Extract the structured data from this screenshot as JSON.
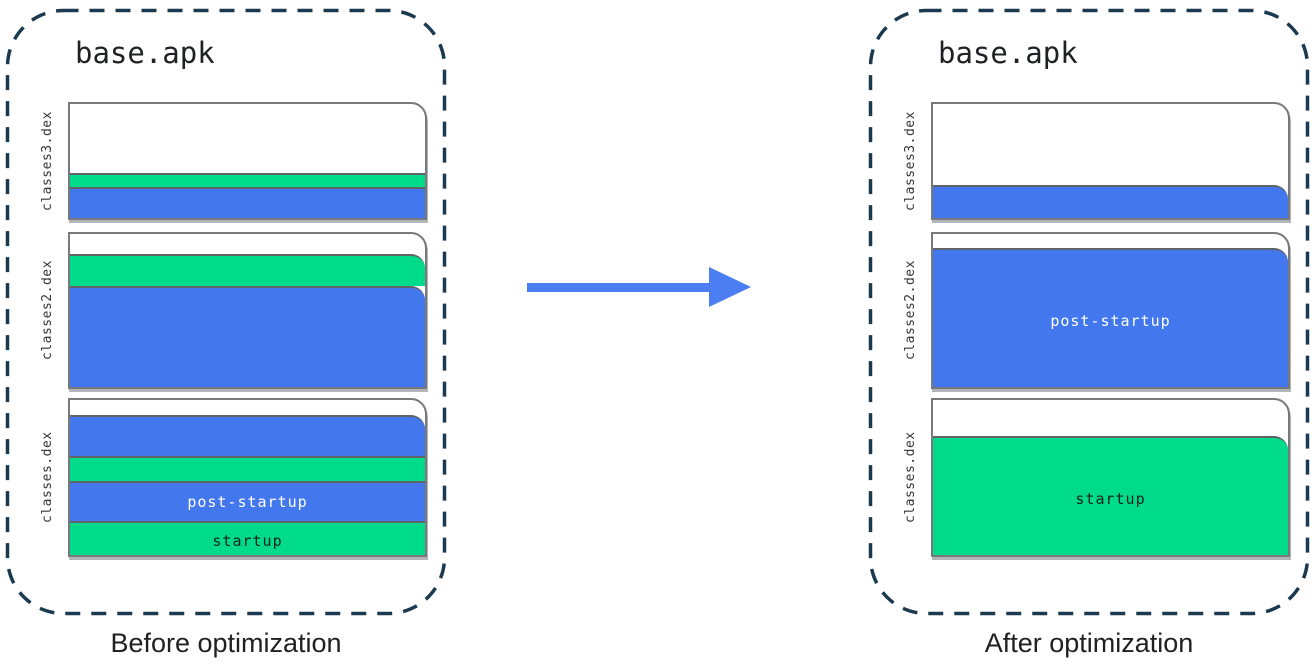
{
  "colors": {
    "blue": "#4377ee",
    "green": "#00db8b",
    "page_border": "#77797d",
    "segment_border": "#5f6468",
    "dash_border": "#1b3a50",
    "arrow": "#4b7ef2"
  },
  "arrow_icon": "right-arrow",
  "panels": [
    {
      "id": "before",
      "title": "base.apk",
      "caption": "Before optimization",
      "files": [
        {
          "name": "classes3.dex",
          "gap_above": 0,
          "height": 118,
          "segments": [
            {
              "kind": "white",
              "h": 69
            },
            {
              "kind": "green",
              "h": 14
            },
            {
              "kind": "blue",
              "h": 35
            }
          ]
        },
        {
          "name": "classes2.dex",
          "gap_above": 12,
          "height": 157,
          "segments": [
            {
              "kind": "white",
              "h": 20
            },
            {
              "kind": "green",
              "h": 32,
              "rounded": true
            },
            {
              "kind": "blue",
              "h": 105,
              "rounded": true
            }
          ]
        },
        {
          "name": "classes.dex",
          "gap_above": 9,
          "height": 159,
          "segments": [
            {
              "kind": "white",
              "h": 15
            },
            {
              "kind": "blue",
              "h": 41,
              "rounded": true
            },
            {
              "kind": "green",
              "h": 25
            },
            {
              "kind": "blue",
              "h": 40,
              "label": "post-startup"
            },
            {
              "kind": "green",
              "h": 38,
              "label": "startup"
            }
          ]
        }
      ]
    },
    {
      "id": "after",
      "title": "base.apk",
      "caption": "After optimization",
      "files": [
        {
          "name": "classes3.dex",
          "gap_above": 0,
          "height": 118,
          "segments": [
            {
              "kind": "white",
              "h": 81
            },
            {
              "kind": "blue",
              "h": 37,
              "rounded": true
            }
          ]
        },
        {
          "name": "classes2.dex",
          "gap_above": 12,
          "height": 157,
          "segments": [
            {
              "kind": "white",
              "h": 14
            },
            {
              "kind": "blue",
              "h": 143,
              "label": "post-startup",
              "rounded": true
            }
          ]
        },
        {
          "name": "classes.dex",
          "gap_above": 9,
          "height": 159,
          "segments": [
            {
              "kind": "white",
              "h": 36
            },
            {
              "kind": "green",
              "h": 123,
              "label": "startup",
              "rounded": true
            }
          ]
        }
      ]
    }
  ]
}
